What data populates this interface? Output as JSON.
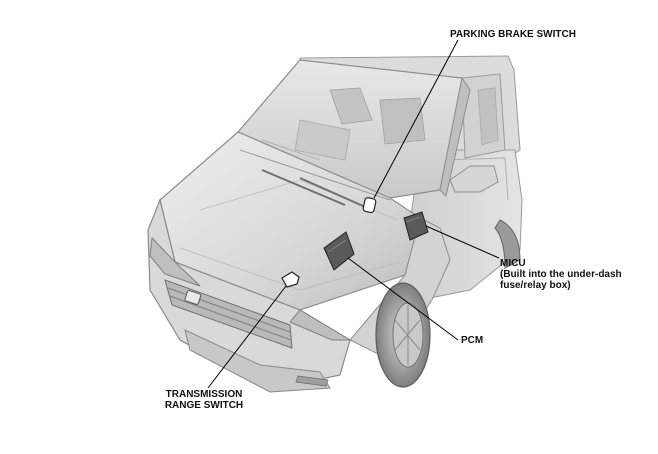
{
  "labels": {
    "parking_brake_switch": "PARKING BRAKE SWITCH",
    "micu_line1": "MICU",
    "micu_line2": "(Built into the under-dash",
    "micu_line3": "fuse/relay box)",
    "pcm": "PCM",
    "transmission_line1": "TRANSMISSION",
    "transmission_line2": "RANGE SWITCH"
  },
  "colors": {
    "background": "#ffffff",
    "text": "#111111",
    "leader": "#000000",
    "body_light": "#e6e6e6",
    "body_mid": "#cfcfcf",
    "body_dark": "#a8a8a8",
    "glass": "#d9d9d9",
    "component": "#5a5a5a"
  }
}
